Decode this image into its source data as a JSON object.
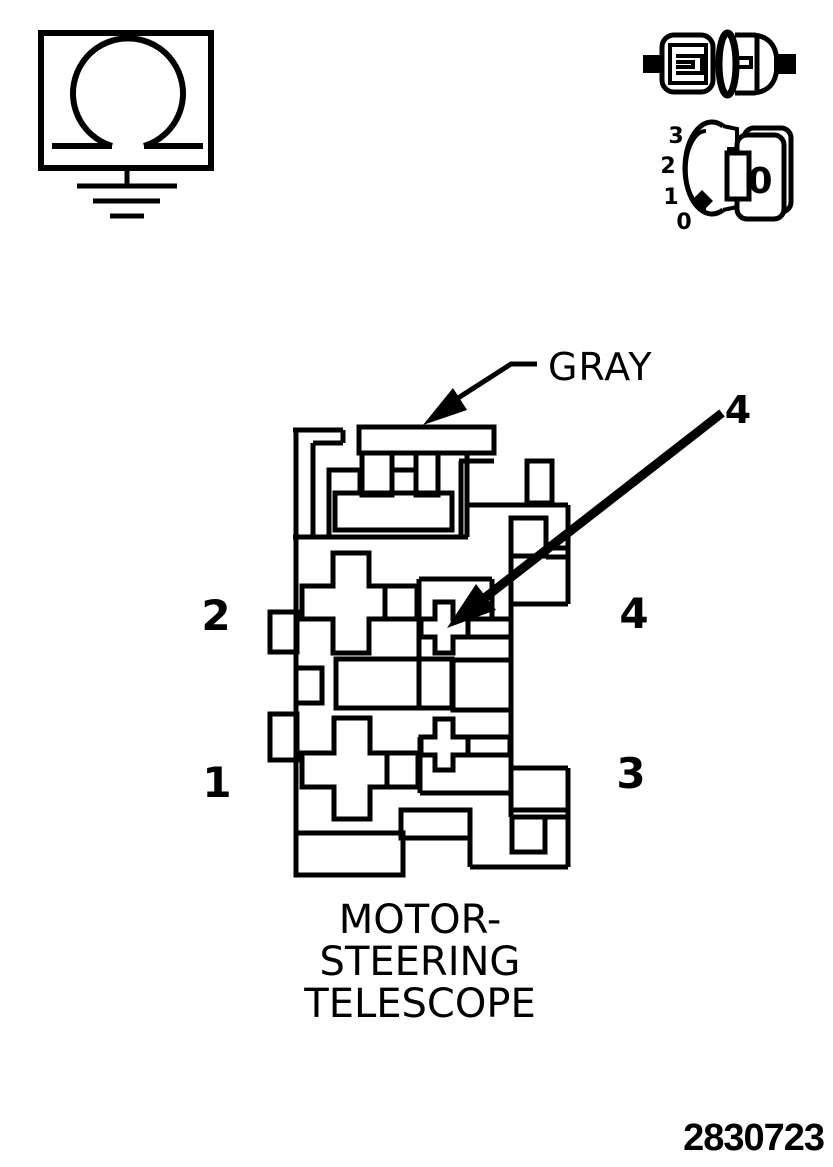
{
  "colors": {
    "line": "#000000",
    "background": "#ffffff"
  },
  "connector_callout": {
    "color_label": "GRAY",
    "wire_number": "4"
  },
  "pin_labels": {
    "upper_left": "2",
    "lower_left": "1",
    "upper_right": "4",
    "lower_right": "3"
  },
  "caption": {
    "line1": "MOTOR-",
    "line2": "STEERING",
    "line3": "TELESCOPE"
  },
  "part_number": "2830723",
  "ignition_switch": {
    "position_3": "3",
    "position_2": "2",
    "position_1": "1",
    "position_0": "0",
    "key_label": "0"
  }
}
